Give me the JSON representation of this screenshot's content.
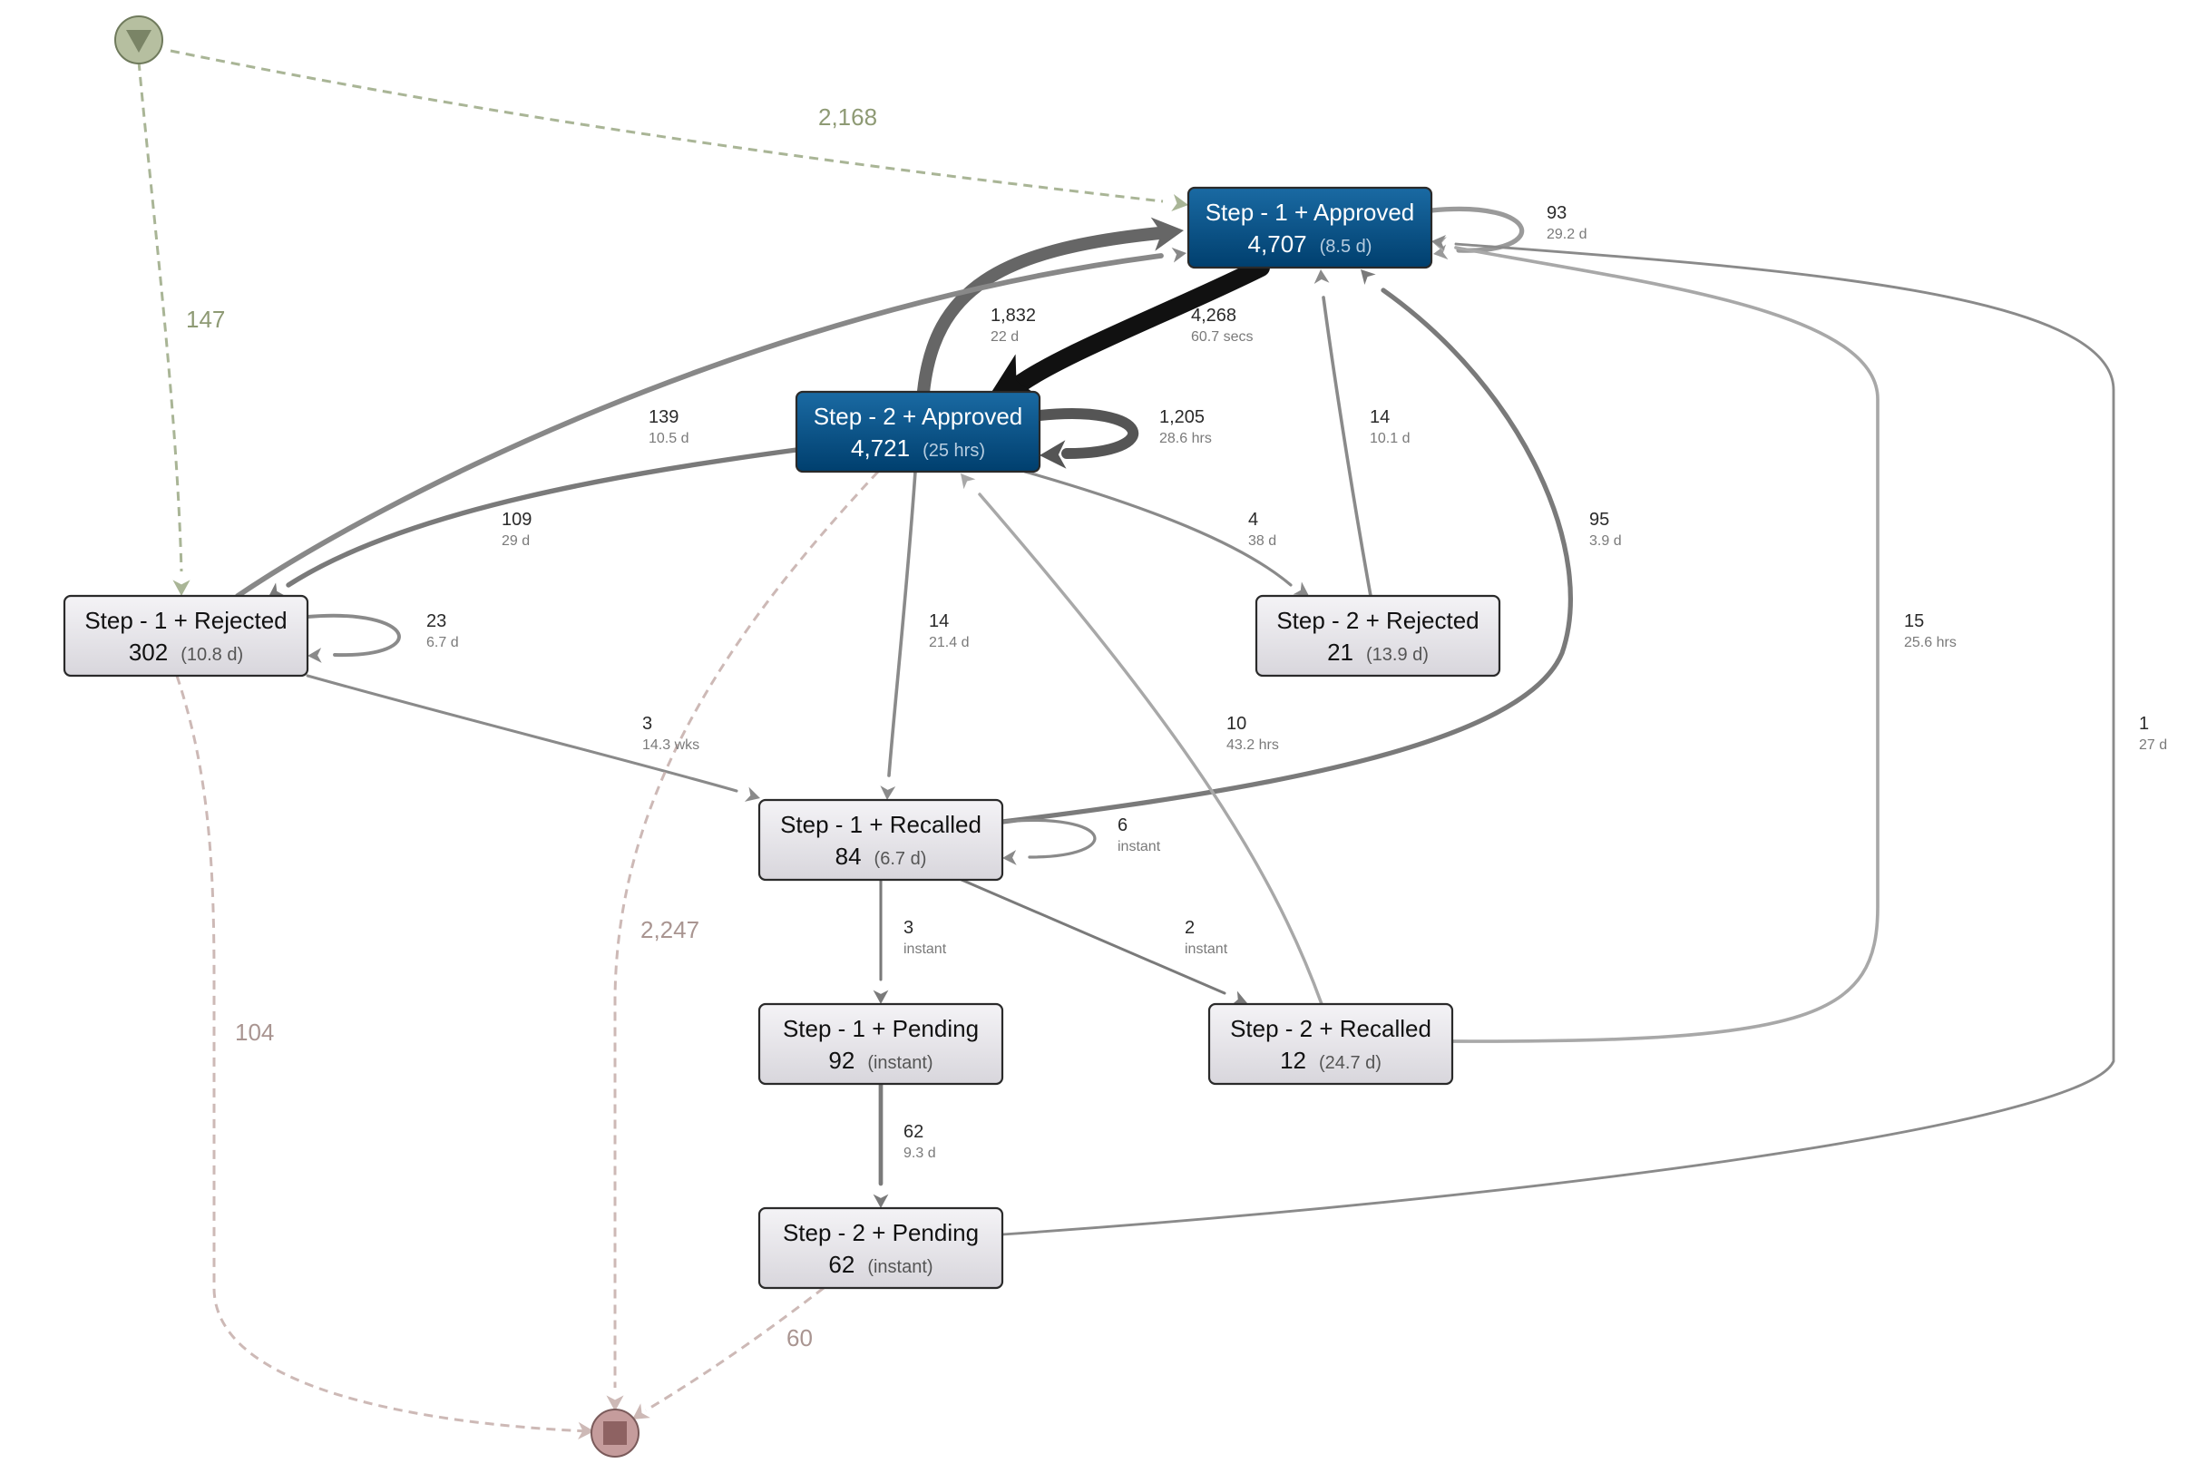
{
  "colors": {
    "approved_fill_top": "#1a6aa3",
    "approved_fill_bottom": "#003f6e",
    "approved_text": "#ffffff",
    "approved_dur_text": "#b7cde0",
    "default_fill_top": "#f4f3f6",
    "default_fill_bottom": "#d8d6dc",
    "default_text": "#111111",
    "default_dur_text": "#555555",
    "start_fill": "#b6bfa0",
    "start_arrow": "#a9b596",
    "start_label": "#8e9a74",
    "end_fill": "#c59c9c",
    "end_arrow": "#cdb9b6",
    "end_label": "#a99591"
  },
  "nodes": [
    {
      "id": "s1_approved",
      "title": "Step - 1 + Approved",
      "count": "4,707",
      "duration": "(8.5 d)",
      "style": "approved"
    },
    {
      "id": "s2_approved",
      "title": "Step - 2 + Approved",
      "count": "4,721",
      "duration": "(25 hrs)",
      "style": "approved"
    },
    {
      "id": "s1_rejected",
      "title": "Step - 1 + Rejected",
      "count": "302",
      "duration": "(10.8 d)",
      "style": "default"
    },
    {
      "id": "s2_rejected",
      "title": "Step - 2 + Rejected",
      "count": "21",
      "duration": "(13.9 d)",
      "style": "default"
    },
    {
      "id": "s1_recalled",
      "title": "Step - 1 + Recalled",
      "count": "84",
      "duration": "(6.7 d)",
      "style": "default"
    },
    {
      "id": "s1_pending",
      "title": "Step - 1 + Pending",
      "count": "92",
      "duration": "(instant)",
      "style": "default"
    },
    {
      "id": "s2_recalled",
      "title": "Step - 2 + Recalled",
      "count": "12",
      "duration": "(24.7 d)",
      "style": "default"
    },
    {
      "id": "s2_pending",
      "title": "Step - 2 + Pending",
      "count": "62",
      "duration": "(instant)",
      "style": "default"
    }
  ],
  "edges": [
    {
      "id": "e_s1a_s2a",
      "from": "s1_approved",
      "to": "s2_approved",
      "count": "4,268",
      "duration": "60.7 secs",
      "weight": 4268,
      "shade": "#111111"
    },
    {
      "id": "e_s2a_s1a",
      "from": "s2_approved",
      "to": "s1_approved",
      "count": "1,832",
      "duration": "22 d",
      "weight": 1832,
      "shade": "#666666"
    },
    {
      "id": "e_s1a_loop",
      "from": "s1_approved",
      "to": "s1_approved",
      "count": "93",
      "duration": "29.2 d",
      "weight": 93,
      "shade": "#9a9a9a"
    },
    {
      "id": "e_s2a_loop",
      "from": "s2_approved",
      "to": "s2_approved",
      "count": "1,205",
      "duration": "28.6 hrs",
      "weight": 1205,
      "shade": "#555555"
    },
    {
      "id": "e_s1r_s1a",
      "from": "s1_rejected",
      "to": "s1_approved",
      "count": "139",
      "duration": "10.5 d",
      "weight": 139,
      "shade": "#888888"
    },
    {
      "id": "e_s2a_s1r",
      "from": "s2_approved",
      "to": "s1_rejected",
      "count": "109",
      "duration": "29 d",
      "weight": 109,
      "shade": "#7a7a7a"
    },
    {
      "id": "e_s1r_loop",
      "from": "s1_rejected",
      "to": "s1_rejected",
      "count": "23",
      "duration": "6.7 d",
      "weight": 23,
      "shade": "#8a8a8a"
    },
    {
      "id": "e_s2a_s2r",
      "from": "s2_approved",
      "to": "s2_rejected",
      "count": "4",
      "duration": "38 d",
      "weight": 4,
      "shade": "#8a8a8a"
    },
    {
      "id": "e_s2r_s1a",
      "from": "s2_rejected",
      "to": "s1_approved",
      "count": "14",
      "duration": "10.1 d",
      "weight": 14,
      "shade": "#8a8a8a"
    },
    {
      "id": "e_s1rc_s1a",
      "from": "s1_recalled",
      "to": "s1_approved",
      "count": "95",
      "duration": "3.9 d",
      "weight": 95,
      "shade": "#7a7a7a"
    },
    {
      "id": "e_s2a_s1rc",
      "from": "s2_approved",
      "to": "s1_recalled",
      "count": "14",
      "duration": "21.4 d",
      "weight": 14,
      "shade": "#8a8a8a"
    },
    {
      "id": "e_s1r_s1rc",
      "from": "s1_rejected",
      "to": "s1_recalled",
      "count": "3",
      "duration": "14.3 wks",
      "weight": 3,
      "shade": "#8a8a8a"
    },
    {
      "id": "e_s2rc_s2a",
      "from": "s2_recalled",
      "to": "s2_approved",
      "count": "10",
      "duration": "43.2 hrs",
      "weight": 10,
      "shade": "#a8a8a8"
    },
    {
      "id": "e_s2rc_s1a",
      "from": "s2_recalled",
      "to": "s1_approved",
      "count": "15",
      "duration": "25.6 hrs",
      "weight": 15,
      "shade": "#a8a8a8"
    },
    {
      "id": "e_s2p_s1a",
      "from": "s2_pending",
      "to": "s1_approved",
      "count": "1",
      "duration": "27 d",
      "weight": 1,
      "shade": "#8a8a8a"
    },
    {
      "id": "e_s1rc_loop",
      "from": "s1_recalled",
      "to": "s1_recalled",
      "count": "6",
      "duration": "instant",
      "weight": 6,
      "shade": "#8a8a8a"
    },
    {
      "id": "e_s1rc_s1p",
      "from": "s1_recalled",
      "to": "s1_pending",
      "count": "3",
      "duration": "instant",
      "weight": 3,
      "shade": "#7a7a7a"
    },
    {
      "id": "e_s1rc_s2rc",
      "from": "s1_recalled",
      "to": "s2_recalled",
      "count": "2",
      "duration": "instant",
      "weight": 2,
      "shade": "#7a7a7a"
    },
    {
      "id": "e_s1p_s2p",
      "from": "s1_pending",
      "to": "s2_pending",
      "count": "62",
      "duration": "9.3 d",
      "weight": 62,
      "shade": "#7a7a7a"
    }
  ],
  "start_edges": [
    {
      "id": "st_s1a",
      "to": "s1_approved",
      "count": "2,168"
    },
    {
      "id": "st_s1r",
      "to": "s1_rejected",
      "count": "147"
    }
  ],
  "end_edges": [
    {
      "id": "en_s2a",
      "from": "s2_approved",
      "count": "2,247"
    },
    {
      "id": "en_s1r",
      "from": "s1_rejected",
      "count": "104"
    },
    {
      "id": "en_s2p",
      "from": "s2_pending",
      "count": "60"
    }
  ],
  "icons": {
    "start": "start-triangle-icon",
    "end": "end-square-icon"
  }
}
